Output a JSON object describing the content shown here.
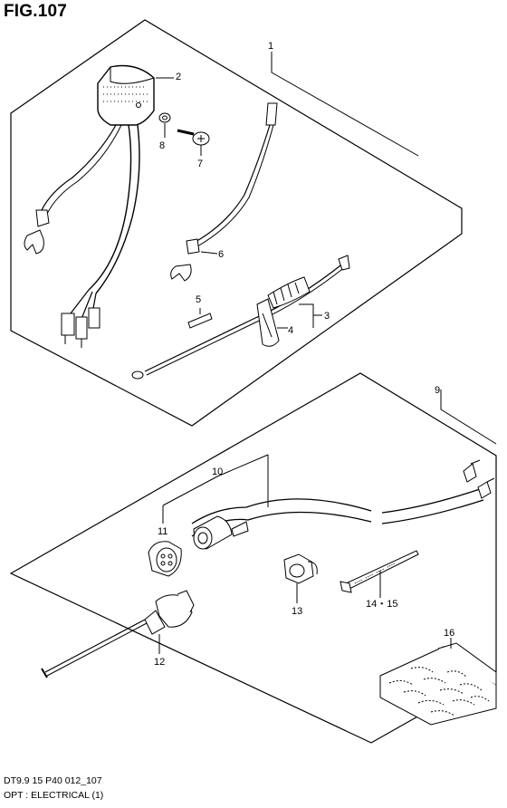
{
  "figure": {
    "title": "FIG.107",
    "code": "DT9.9 15 P40 012_107",
    "caption": "OPT : ELECTRICAL (1)"
  },
  "callouts": {
    "c1": "1",
    "c2": "2",
    "c3": "3",
    "c4": "4",
    "c5": "5",
    "c6": "6",
    "c7": "7",
    "c8": "8",
    "c9": "9",
    "c10": "10",
    "c11": "11",
    "c12": "12",
    "c13": "13",
    "c14_15": "14・15",
    "c16": "16"
  }
}
